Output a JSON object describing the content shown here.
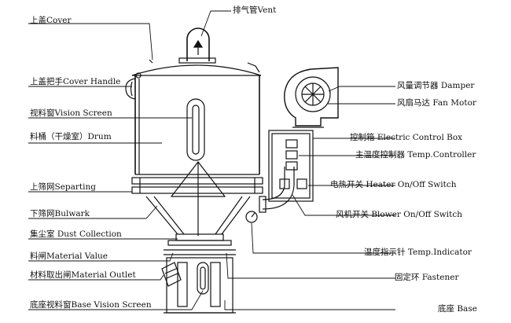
{
  "labels": {
    "vent": "排气管Vent",
    "cover": "上盖Cover",
    "cover_handle": "上盖把手Cover Handle",
    "vision_screen": "视料窗Vision Screen",
    "drum": "料桶（干燥室）Drum",
    "separting": "上筛网Separting",
    "bulwark": "下筛网Bulwark",
    "dust_collection": "集尘室 Dust Collection",
    "material_value": "料闸Material Value",
    "material_outlet": "材料取出闸Material Outlet",
    "base_vision_screen": "底座视料窗Base Vision Screen",
    "damper": "风量调节器 Damper",
    "fan_motor": "风扇马达 Fan Motor",
    "control_box": "控制箱 Electric Control Box",
    "temp_controller": "主温度控制器 Temp.Controller",
    "heater_switch": "电热开关 Heater On/Off Switch",
    "blower_switch": "风机开关 Blower On/Off Switch",
    "temp_indicator": "温度指示针 Temp.Indicator",
    "fastener": "固定环 Fastener",
    "base": "底座 Base"
  }
}
